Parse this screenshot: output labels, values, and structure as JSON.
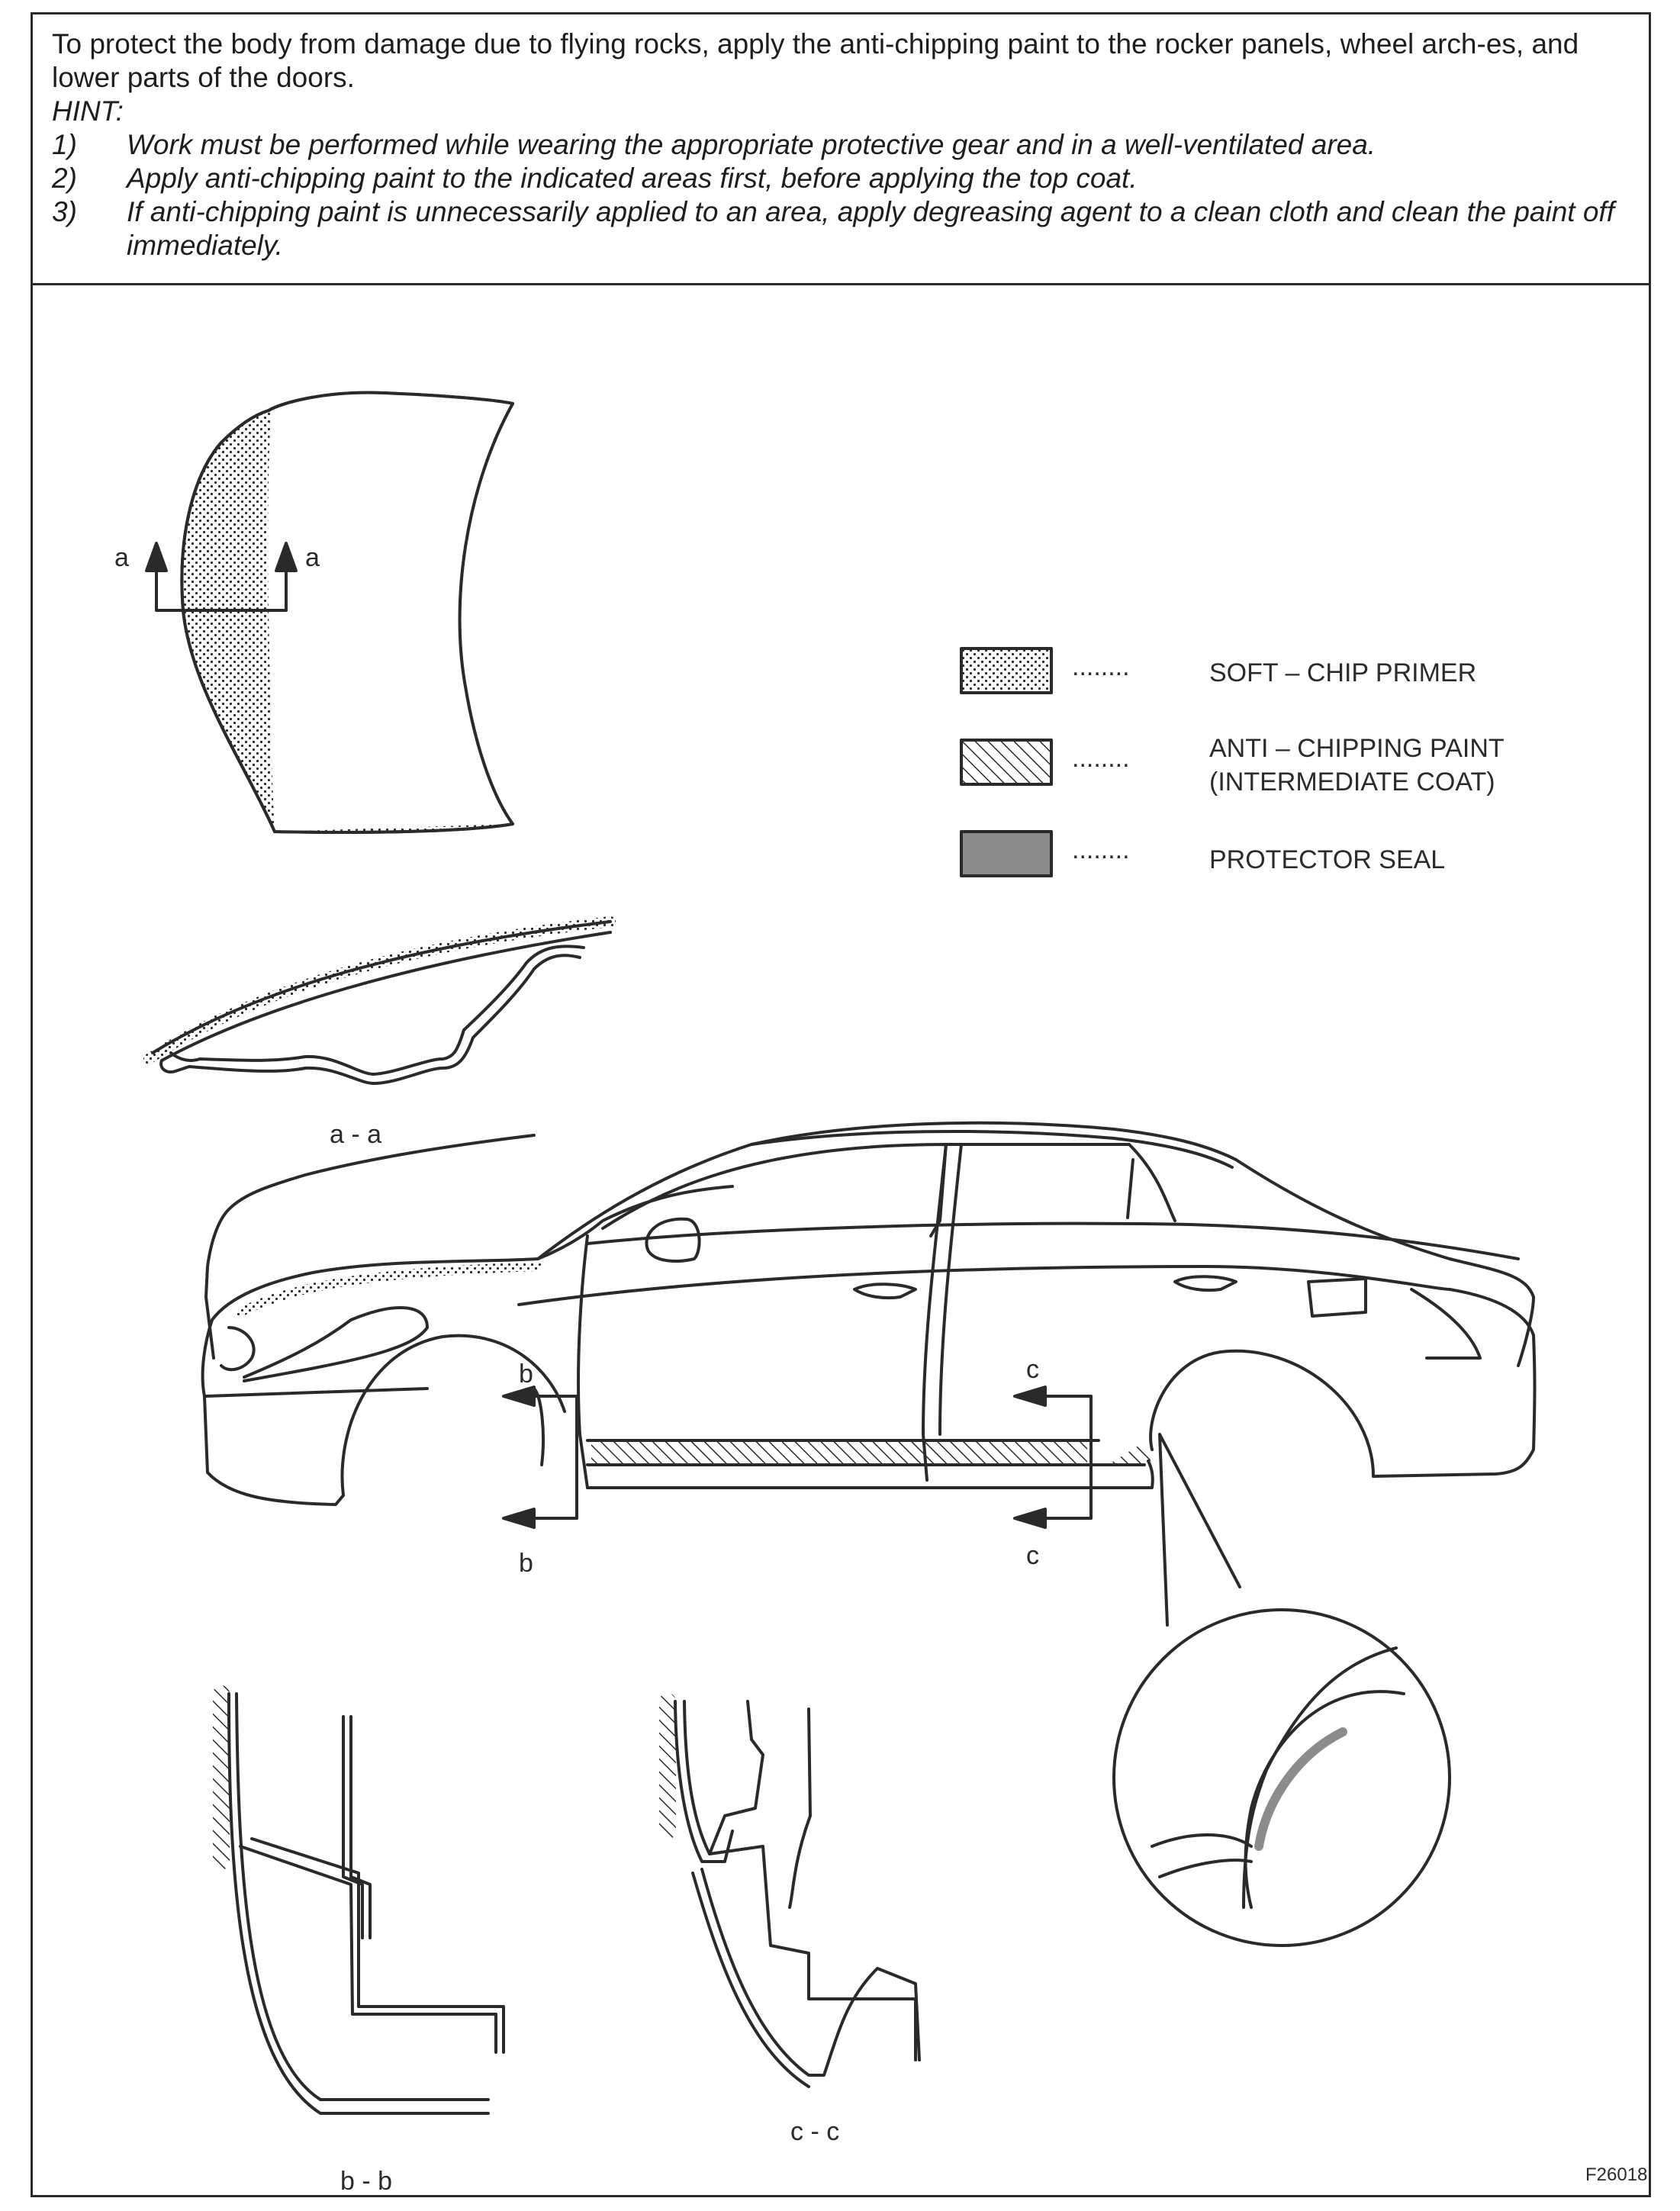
{
  "instruction": {
    "intro": "To protect the body from damage due to flying rocks, apply the anti-chipping paint to the rocker panels, wheel arch-es, and lower parts of the doors.",
    "hint_label": "HINT:",
    "hints": [
      {
        "num": "1)",
        "text": "Work must be performed while wearing the appropriate protective gear and in a well-ventilated area."
      },
      {
        "num": "2)",
        "text": "Apply anti-chipping paint to the indicated areas first, before applying the top coat."
      },
      {
        "num": "3)",
        "text": "If anti-chipping paint is unnecessarily applied to an area, apply degreasing agent to a clean cloth and clean the paint off immediately."
      }
    ]
  },
  "legend": [
    {
      "label_line1": "SOFT – CHIP PRIMER",
      "label_line2": "",
      "dots": "........",
      "pattern": "dotted"
    },
    {
      "label_line1": "ANTI – CHIPPING PAINT",
      "label_line2": "(INTERMEDIATE COAT)",
      "dots": "........",
      "pattern": "hatched"
    },
    {
      "label_line1": "PROTECTOR SEAL",
      "label_line2": "",
      "dots": "........",
      "pattern": "solid-gray"
    }
  ],
  "section_markers": {
    "hood_left": "a",
    "hood_right": "a",
    "b_top": "b",
    "b_bottom": "b",
    "c_top": "c",
    "c_bottom": "c"
  },
  "section_captions": {
    "aa": "a - a",
    "bb": "b - b",
    "cc": "c - c"
  },
  "figure_code": "F26018",
  "colors": {
    "line": "#2a2a2a",
    "protector_seal": "#8c8c8c",
    "background": "#ffffff"
  }
}
